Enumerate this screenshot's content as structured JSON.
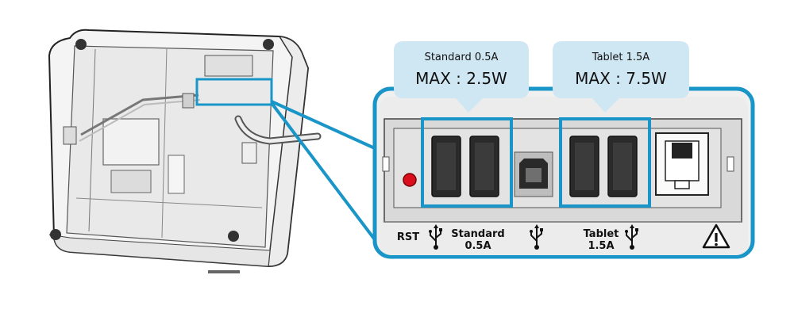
{
  "callouts": {
    "standard": {
      "line1": "Standard 0.5A",
      "line2": "MAX : 2.5W"
    },
    "tablet": {
      "line1": "Tablet 1.5A",
      "line2": "MAX : 7.5W"
    }
  },
  "panel_labels": {
    "rst": "RST",
    "standard_line1": "Standard",
    "standard_line2": "0.5A",
    "tablet_line1": "Tablet",
    "tablet_line2": "1.5A"
  },
  "colors": {
    "accent": "#1a95c8",
    "callout_fill": "#cfe6f3",
    "reset_button": "#d9101c"
  },
  "icons": [
    "usb-icon",
    "warning-triangle-icon",
    "reset-button-icon",
    "rj-jack-icon"
  ]
}
